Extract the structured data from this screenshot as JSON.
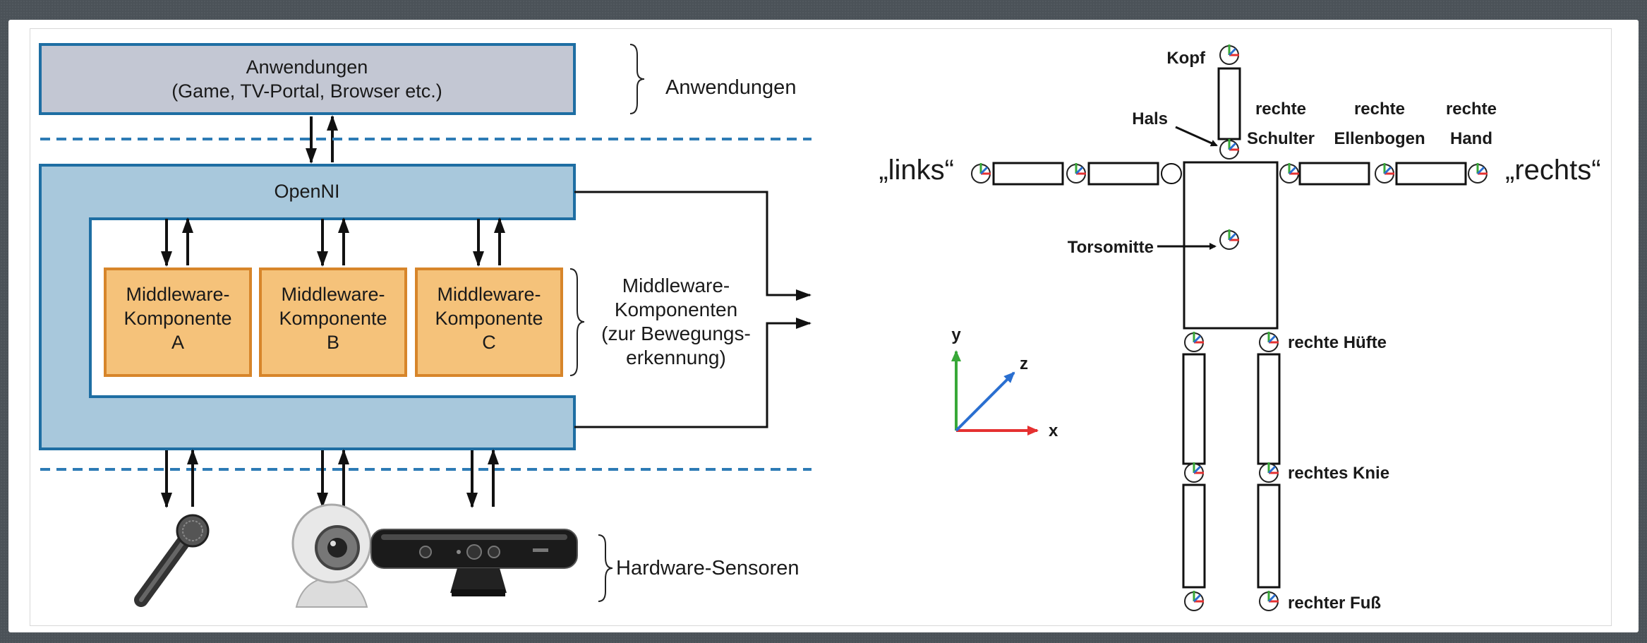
{
  "left_diagram": {
    "applications_box": {
      "line1": "Anwendungen",
      "line2": "(Game, TV-Portal, Browser etc.)"
    },
    "applications_label": "Anwendungen",
    "openni_label": "OpenNI",
    "components": [
      {
        "line1": "Middleware-",
        "line2": "Komponente",
        "line3": "A"
      },
      {
        "line1": "Middleware-",
        "line2": "Komponente",
        "line3": "B"
      },
      {
        "line1": "Middleware-",
        "line2": "Komponente",
        "line3": "C"
      }
    ],
    "components_label": [
      "Middleware-",
      "Komponenten",
      "(zur Bewegungs-",
      "erkennung)"
    ],
    "hardware_label": "Hardware-Sensoren"
  },
  "skeleton": {
    "left_word": "„links“",
    "right_word": "„rechts“",
    "joints": {
      "kopf": "Kopf",
      "hals": "Hals",
      "shoulder": [
        "rechte",
        "Schulter"
      ],
      "elbow": [
        "rechte",
        "Ellenbogen"
      ],
      "hand": [
        "rechte",
        "Hand"
      ],
      "torso": "Torsomitte",
      "hip": "rechte Hüfte",
      "knee": "rechtes Knie",
      "foot": "rechter Fuß"
    },
    "axes": {
      "x": "x",
      "y": "y",
      "z": "z"
    }
  },
  "colors": {
    "app_fill": "#c3c7d3",
    "openni_fill": "#a8c8dc",
    "box_border": "#1e6ea3",
    "component_fill": "#f5c27a",
    "component_border": "#d7852a",
    "dashed_line": "#2d7bb5",
    "axis_x": "#e53030",
    "axis_y": "#38a838",
    "axis_z": "#2a6fd0"
  }
}
